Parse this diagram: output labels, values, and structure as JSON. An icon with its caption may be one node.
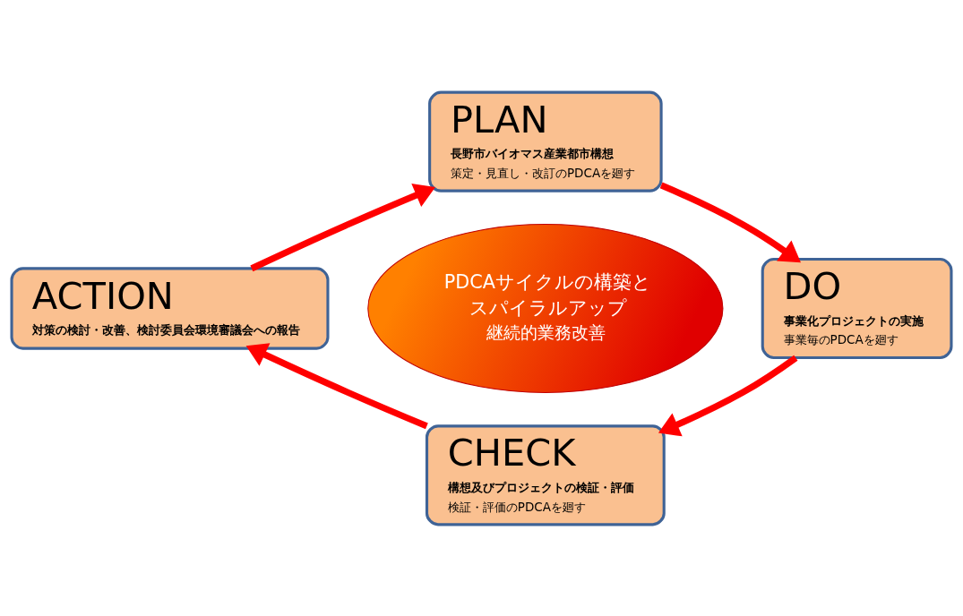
{
  "diagram": {
    "nodes": [
      {
        "text": [
          "PLAN",
          "長野市バイオマス産業都市構想",
          "策定・見直し・改訂のPDCAを廻す"
        ]
      },
      {
        "text": [
          "DO",
          "事業化プロジェクトの実施",
          "事業毎のPDCAを廻す"
        ]
      },
      {
        "text": [
          "CHECK",
          "構想及びプロジェクトの検証・評価",
          "検証・評価のPDCAを廻す"
        ]
      },
      {
        "text": [
          "ACTION",
          "対策の検討・改善、検討委員会環境審議会への報告"
        ]
      },
      {
        "text": [
          "PDCAサイクルの構築と",
          "スパイラルアップ",
          "継続的業務改善"
        ]
      }
    ],
    "edges": [
      {
        "from": 0,
        "to": 1,
        "arrow": "to"
      },
      {
        "from": 1,
        "to": 2,
        "arrow": "to"
      },
      {
        "from": 2,
        "to": 3,
        "arrow": "to"
      },
      {
        "from": 3,
        "to": 0,
        "arrow": "to"
      }
    ]
  }
}
